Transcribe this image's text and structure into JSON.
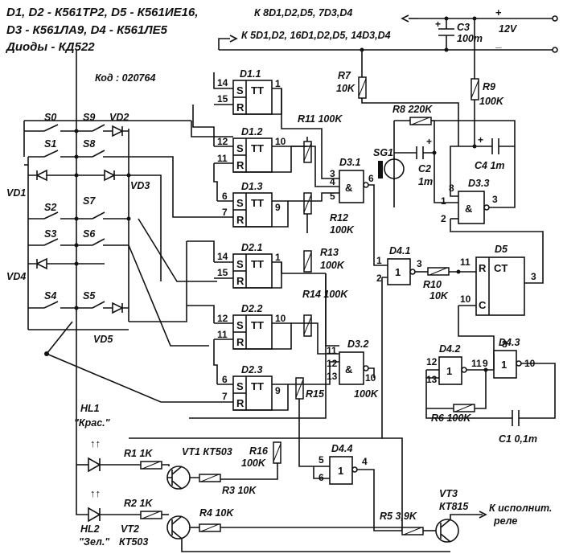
{
  "header": {
    "line1": "D1, D2 - К561ТР2, D5 - К561ИЕ16,",
    "line2": "D3 - К561ЛА9, D4 - К561ЛЕ5",
    "line3": "Диоды - КД522",
    "code": "Код : 020764"
  },
  "power": {
    "top_bus": "К 8D1,D2,D5,  7D3,D4",
    "second_bus": "К 5D1,D2,  16D1,D2,D5,  14D3,D4",
    "plus": "+",
    "minus": "_",
    "voltage": "12V",
    "c3_name": "C3",
    "c3_value": "100m",
    "c3_plus": "+"
  },
  "switches": [
    "S0",
    "S9",
    "S1",
    "S8",
    "S2",
    "S7",
    "S3",
    "S6",
    "S4",
    "S5"
  ],
  "diodes": [
    "VD2",
    "VD1",
    "VD3",
    "VD4",
    "VD5"
  ],
  "flipflops": {
    "names": [
      "D1.1",
      "D1.2",
      "D1.3",
      "D2.1",
      "D2.2",
      "D2.3"
    ],
    "S": "S",
    "R": "R",
    "TT": "TT"
  },
  "gates": {
    "d3_1": "D3.1",
    "d3_2": "D3.2",
    "d3_3": "D3.3",
    "d4_1": "D4.1",
    "d4_2": "D4.2",
    "d4_3": "D4.3",
    "d4_4": "D4.4",
    "and_sym": "&",
    "or_sym": "1"
  },
  "counter": {
    "name": "D5",
    "R": "R",
    "CT": "CT",
    "C": "C"
  },
  "pins": {
    "ff1": [
      "14",
      "15",
      "1"
    ],
    "ff2": [
      "12",
      "11",
      "10"
    ],
    "ff3": [
      "6",
      "7",
      "9"
    ],
    "ff4": [
      "14",
      "15",
      "1"
    ],
    "ff5": [
      "12",
      "11",
      "10"
    ],
    "ff6": [
      "6",
      "7",
      "9"
    ],
    "d31": [
      "3",
      "4",
      "5",
      "6"
    ],
    "d32": [
      "11",
      "12",
      "13",
      "10"
    ],
    "d33": [
      "1",
      "8",
      "2",
      "3"
    ],
    "d41": [
      "1",
      "2",
      "3"
    ],
    "d5": [
      "11",
      "10",
      "3"
    ],
    "d42": [
      "12",
      "13",
      "11"
    ],
    "d43": [
      "8",
      "9",
      "10"
    ],
    "d44": [
      "5",
      "6",
      "4"
    ]
  },
  "resistors": {
    "r7": "R7",
    "r7v": "10K",
    "r9": "R9",
    "r9v": "100K",
    "r8": "R8 220K",
    "r11": "R11 100K",
    "r12": "R12",
    "r12v": "100K",
    "r13": "R13",
    "r13v": "100K",
    "r14": "R14 100K",
    "r15": "R15",
    "r15v": "100K",
    "r16": "R16",
    "r16v": "100K",
    "r10": "R10",
    "r10v": "10K",
    "r6": "R6 100K",
    "r1": "R1 1K",
    "r2": "R2 1K",
    "r3": "R3 10K",
    "r4": "R4 10K",
    "r5": "R5 3,9K"
  },
  "caps": {
    "c2": "C2",
    "c2v": "1m",
    "c4": "C4 1m",
    "c1": "C1 0,1m",
    "plus": "+"
  },
  "misc": {
    "sg1": "SG1",
    "hl1": "HL1",
    "hl1_txt": "\"Крас.\"",
    "hl2": "HL2",
    "hl2_txt": "\"Зел.\"",
    "vt1": "VT1 КТ503",
    "vt2": "VT2",
    "vt2_type": "КТ503",
    "vt3": "VT3",
    "vt3_type": "КТ815",
    "relay1": "К исполнит.",
    "relay2": "реле"
  }
}
